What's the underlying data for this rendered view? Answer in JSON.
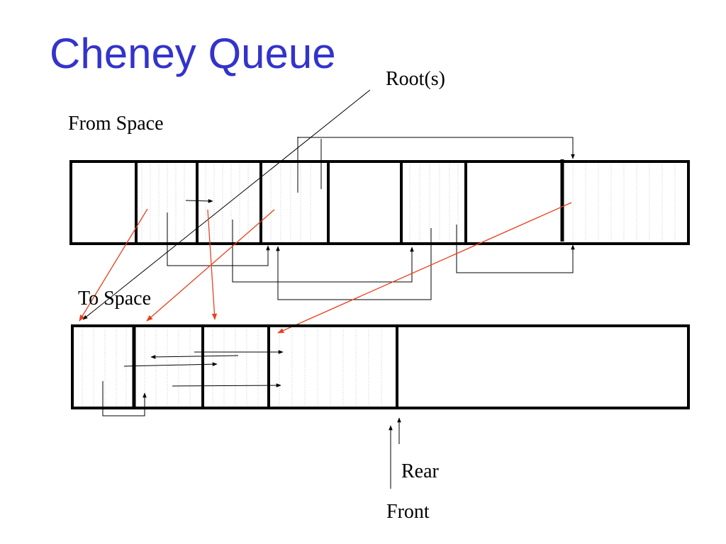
{
  "slide": {
    "title": "Cheney Queue",
    "labels": {
      "root": "Root(s)",
      "from_space": "From Space",
      "to_space": "To Space",
      "rear": "Rear",
      "front": "Front"
    }
  },
  "colors": {
    "title": "#3333cc",
    "forwarding_arrow": "#e8401c",
    "pointer": "#000000",
    "fill_pattern": "#c8c8c8"
  }
}
